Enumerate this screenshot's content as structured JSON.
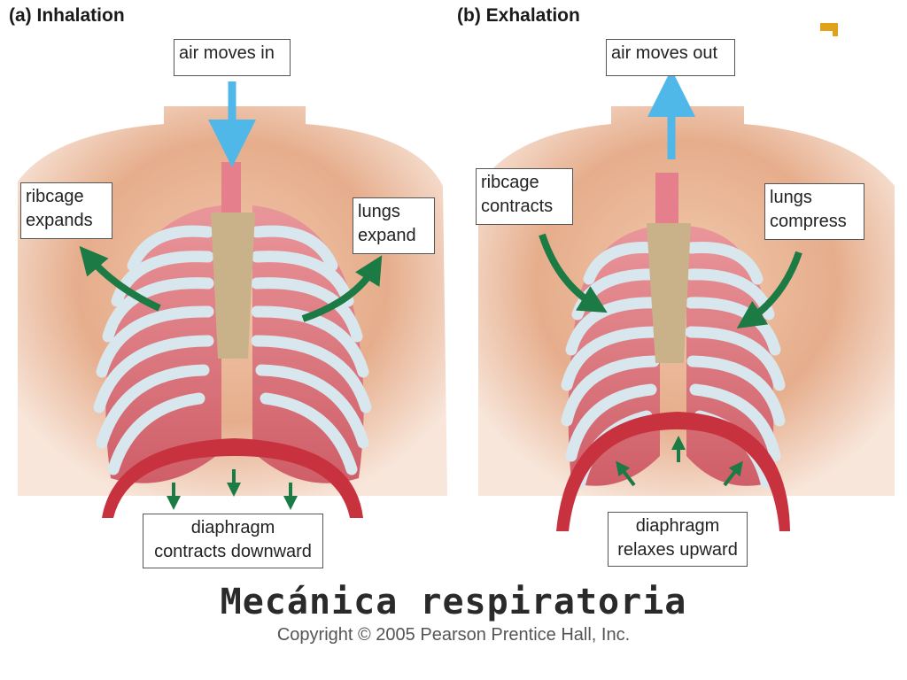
{
  "inhalation": {
    "title": "(a) Inhalation",
    "air_label": "air moves in",
    "ribcage_label": [
      "ribcage",
      "expands"
    ],
    "lungs_label": [
      "lungs",
      "expand"
    ],
    "diaphragm_label": [
      "diaphragm",
      "contracts downward"
    ]
  },
  "exhalation": {
    "title": "(b) Exhalation",
    "air_label": "air moves out",
    "ribcage_label": [
      "ribcage",
      "contracts"
    ],
    "lungs_label": [
      "lungs",
      "compress"
    ],
    "diaphragm_label": [
      "diaphragm",
      "relaxes upward"
    ]
  },
  "main_title": "Mecánica respiratoria",
  "copyright": "Copyright © 2005 Pearson Prentice Hall, Inc.",
  "colors": {
    "skin": "#e3a47f",
    "lung": "#d9727a",
    "rib": "#d8e6ee",
    "spine": "#c9b28a",
    "diaphragm": "#c8323f",
    "green_arrow": "#1c7a44",
    "blue_arrow": "#4fb8e8",
    "badge": "#e0a21b"
  }
}
